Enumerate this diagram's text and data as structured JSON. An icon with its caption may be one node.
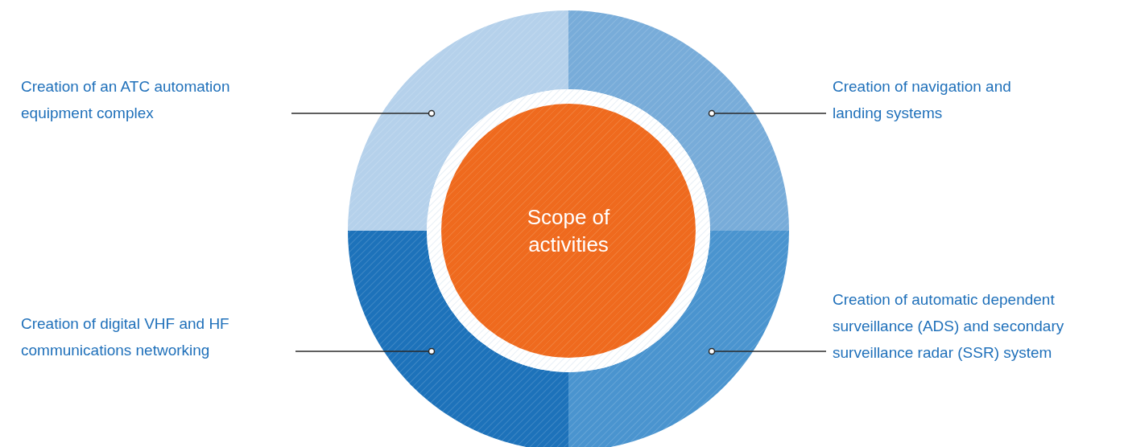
{
  "diagram": {
    "nodes": [
      {
        "text": [
          "Creation of an ATC automation equipment complex"
        ]
      },
      {
        "text": [
          "Creation of navigation and landing systems"
        ]
      },
      {
        "text": [
          "Scope of activities"
        ]
      },
      {
        "text": [
          "Creation of digital VHF and HF communications networking"
        ]
      },
      {
        "text": [
          "Creation of automatic dependent surveillance (ADS) and secondary surveillance radar (SSR) system"
        ]
      },
      {
        "text": [],
        "shape": "sector"
      },
      {
        "text": [],
        "shape": "sector"
      },
      {
        "text": [],
        "shape": "sector"
      },
      {
        "text": [],
        "shape": "sector"
      }
    ],
    "edges": [
      {
        "from": 0,
        "to": 5,
        "arrow": "other"
      },
      {
        "from": 1,
        "to": 6,
        "arrow": "other"
      },
      {
        "from": 3,
        "to": 7,
        "arrow": "other"
      },
      {
        "from": 4,
        "to": 8,
        "arrow": "other"
      }
    ]
  }
}
